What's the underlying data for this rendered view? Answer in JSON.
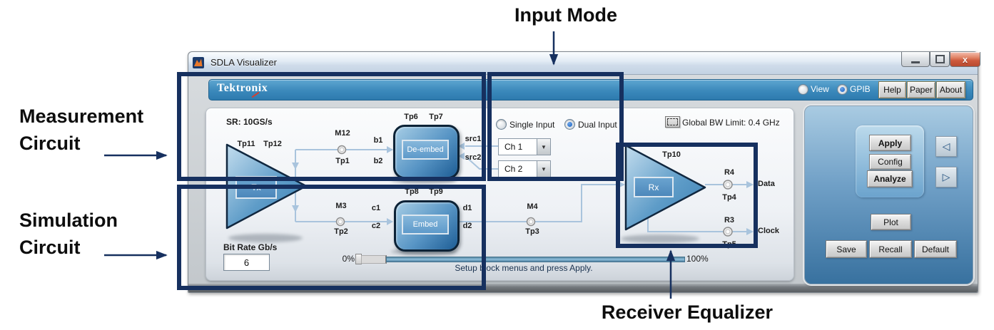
{
  "annotations": {
    "input_mode": "Input Mode",
    "measurement_line1": "Measurement",
    "measurement_line2": "Circuit",
    "simulation_line1": "Simulation",
    "simulation_line2": "Circuit",
    "receiver_equalizer": "Receiver Equalizer"
  },
  "window": {
    "title": "SDLA Visualizer",
    "brand": "Tektronix",
    "radio_view": "View",
    "radio_gpib": "GPIB",
    "btn_help": "Help",
    "btn_paper": "Paper",
    "btn_about": "About"
  },
  "diagram": {
    "sr": "SR: 10GS/s",
    "global_bw": "Global BW Limit: 0.4 GHz",
    "single_input": "Single Input",
    "dual_input": "Dual Input",
    "ch1": "Ch 1",
    "ch2": "Ch 2",
    "tx": "Tx",
    "rx": "Rx",
    "deembed": "De-embed",
    "embed": "Embed",
    "bit_rate_label": "Bit Rate Gb/s",
    "bit_rate_value": "6",
    "progress_min": "0%",
    "progress_max": "100%",
    "status": "Setup block menus and press Apply.",
    "labels": {
      "tp1": "Tp1",
      "tp2": "Tp2",
      "tp3": "Tp3",
      "tp4": "Tp4",
      "tp5": "Tp5",
      "tp6": "Tp6",
      "tp7": "Tp7",
      "tp8": "Tp8",
      "tp9": "Tp9",
      "tp10": "Tp10",
      "tp11": "Tp11",
      "tp12": "Tp12",
      "m12": "M12",
      "m3": "M3",
      "m4": "M4",
      "r3": "R3",
      "r4": "R4",
      "b1": "b1",
      "b2": "b2",
      "c1": "c1",
      "c2": "c2",
      "d1": "d1",
      "d2": "d2",
      "src1": "src1",
      "src2": "src2",
      "data": "Data",
      "clock": "Clock"
    }
  },
  "controls": {
    "apply": "Apply",
    "config": "Config",
    "analyze": "Analyze",
    "plot": "Plot",
    "save": "Save",
    "recall": "Recall",
    "default": "Default"
  },
  "colors": {
    "annotation_navy": "#16305f",
    "banner_blue": "#3781b3",
    "selected_radio_blue": "#1560c4",
    "close_red": "#c9573f",
    "wire_blue": "#a9c4dd"
  }
}
